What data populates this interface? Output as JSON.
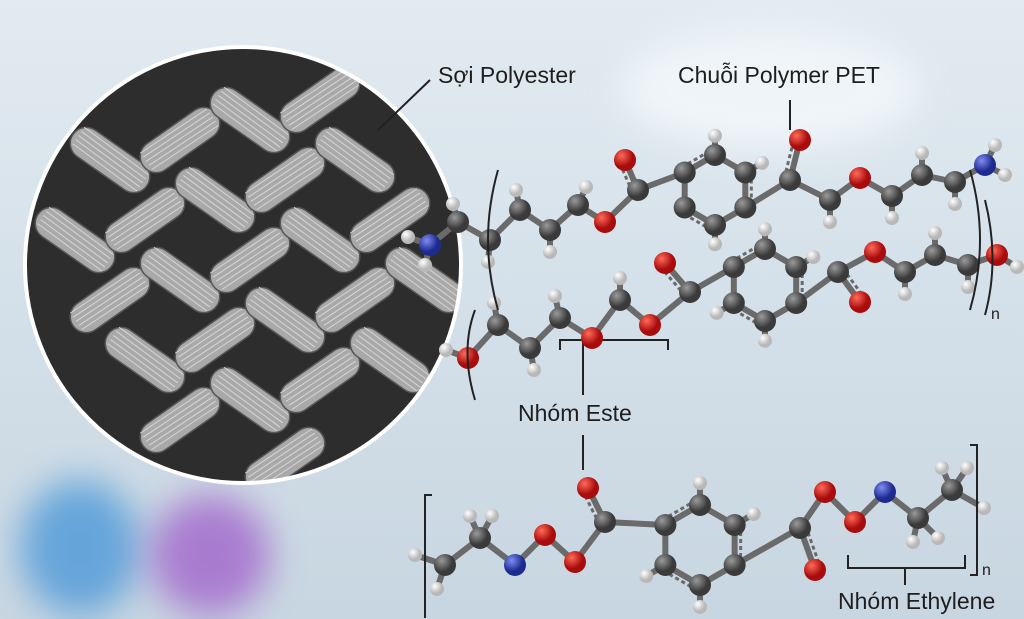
{
  "labels": {
    "fiber": "Sợi Polyester",
    "polymer_chain": "Chuỗi Polymer PET",
    "ester_group": "Nhóm Este",
    "ethylene_group": "Nhóm Ethylene",
    "repeat_n_top": "n",
    "repeat_n_bottom": "n"
  },
  "colors": {
    "carbon": "#555555",
    "oxygen": "#d41a1a",
    "hydrogen": "#eeeeee",
    "nitrogen": "#3444b8",
    "fiber": "#a9a9a9"
  }
}
